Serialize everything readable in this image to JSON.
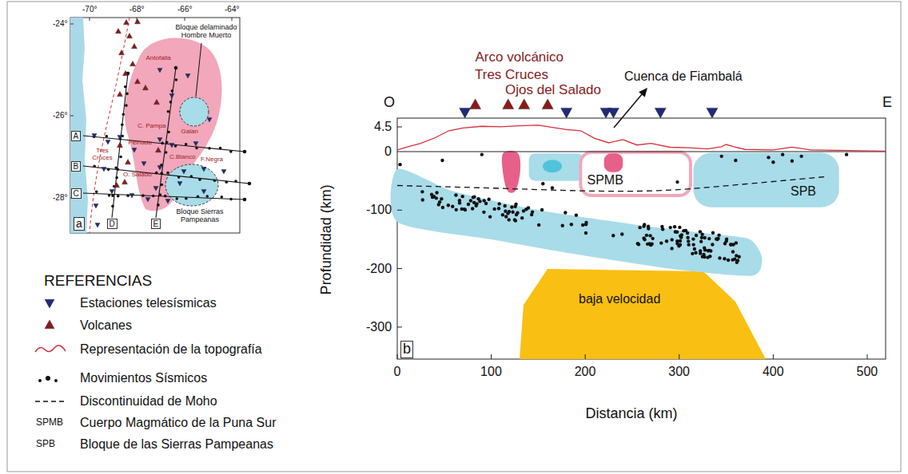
{
  "diagram": {
    "nodes": [
      {
        "text": [
          "A"
        ]
      },
      {
        "text": [
          "B"
        ]
      },
      {
        "text": [
          "C"
        ]
      },
      {
        "text": [
          "D"
        ]
      },
      {
        "text": [
          "E"
        ]
      },
      {
        "text": [
          "a"
        ]
      },
      {
        "text": [
          "b"
        ]
      },
      {
        "text": [
          "SPMB"
        ]
      },
      {
        "text": [
          "SPB"
        ]
      },
      {
        "text": [
          "baja velocidad"
        ]
      }
    ],
    "labels": [
      "-70°",
      "-68°",
      "-66°",
      "-64°",
      "-24°",
      "-26°",
      "-28°",
      "Bloque delaminado Hombre Muerto",
      "Antofalla",
      "Galan",
      "C. Pampa",
      "Peinado",
      "C.Blanco",
      "F.Negra",
      "Tres Cruces",
      "O. Salado",
      "Bloque Sierras Pampeanas",
      "REFERENCIAS",
      "SPMB",
      "SPB",
      "Arco volcánico",
      "Tres Cruces",
      "Ojos del Salado",
      "Cuenca de Fiambalá",
      "O",
      "E",
      "4.5",
      "0",
      "-100",
      "-200",
      "-300",
      "0",
      "100",
      "200",
      "300",
      "400",
      "500",
      "Profundidad (km)",
      "Distancia (km)"
    ],
    "legend": [
      {
        "text": "Estaciones telesísmicas"
      },
      {
        "text": "Volcanes"
      },
      {
        "text": "Representación de la topografía"
      },
      {
        "text": "Movimientos Sísmicos"
      },
      {
        "text": "Discontinuidad de Moho"
      },
      {
        "text": "Cuerpo Magmático de la Puna Sur"
      },
      {
        "text": "Bloque de las Sierras Pampeanas"
      }
    ]
  }
}
